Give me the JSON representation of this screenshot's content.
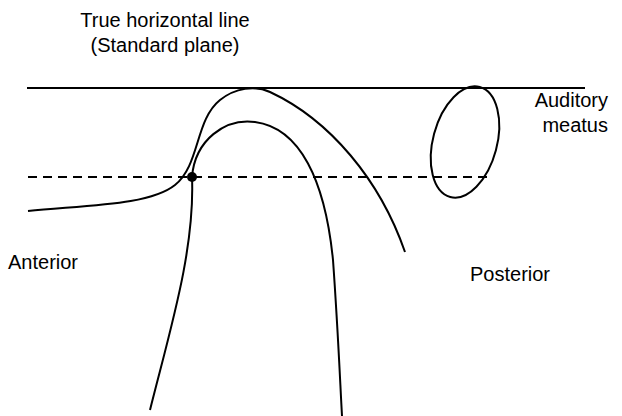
{
  "diagram": {
    "labels": [
      "True horizontal line (Standard plane)",
      "Auditory meatus",
      "Anterior",
      "Posterior"
    ]
  }
}
